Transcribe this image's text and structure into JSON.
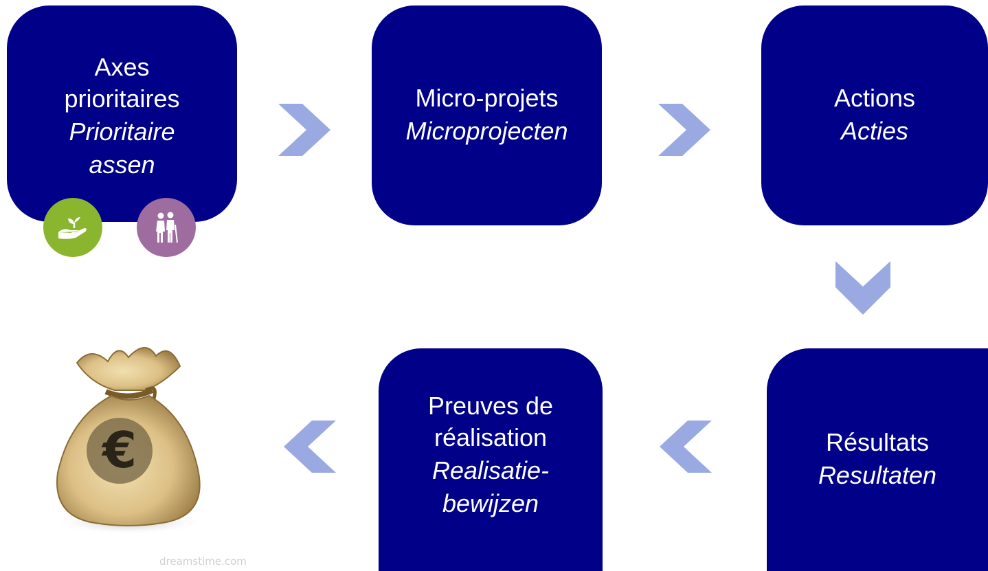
{
  "boxes": {
    "axes": {
      "fr_line1": "Axes",
      "fr_line2": "prioritaires",
      "nl_line1": "Prioritaire",
      "nl_line2": "assen"
    },
    "micro": {
      "fr": "Micro-projets",
      "nl": "Microprojecten"
    },
    "actions": {
      "fr": "Actions",
      "nl": "Acties"
    },
    "resultats": {
      "fr": "Résultats",
      "nl": "Resultaten"
    },
    "preuves": {
      "fr_line1": "Preuves de",
      "fr_line2": "réalisation",
      "nl_line1": "Realisatie-",
      "nl_line2": "bewijzen"
    }
  },
  "colors": {
    "box_fill": "#000088",
    "arrow_fill": "#9aa9e2",
    "circle_green": "#8ab62f",
    "circle_purple": "#9e6c9e"
  },
  "icons": {
    "green_circle": "hand-plant-icon",
    "purple_circle": "elderly-couple-icon",
    "image": "money-bag-euro-icon"
  },
  "watermark": "dreamstime.com"
}
